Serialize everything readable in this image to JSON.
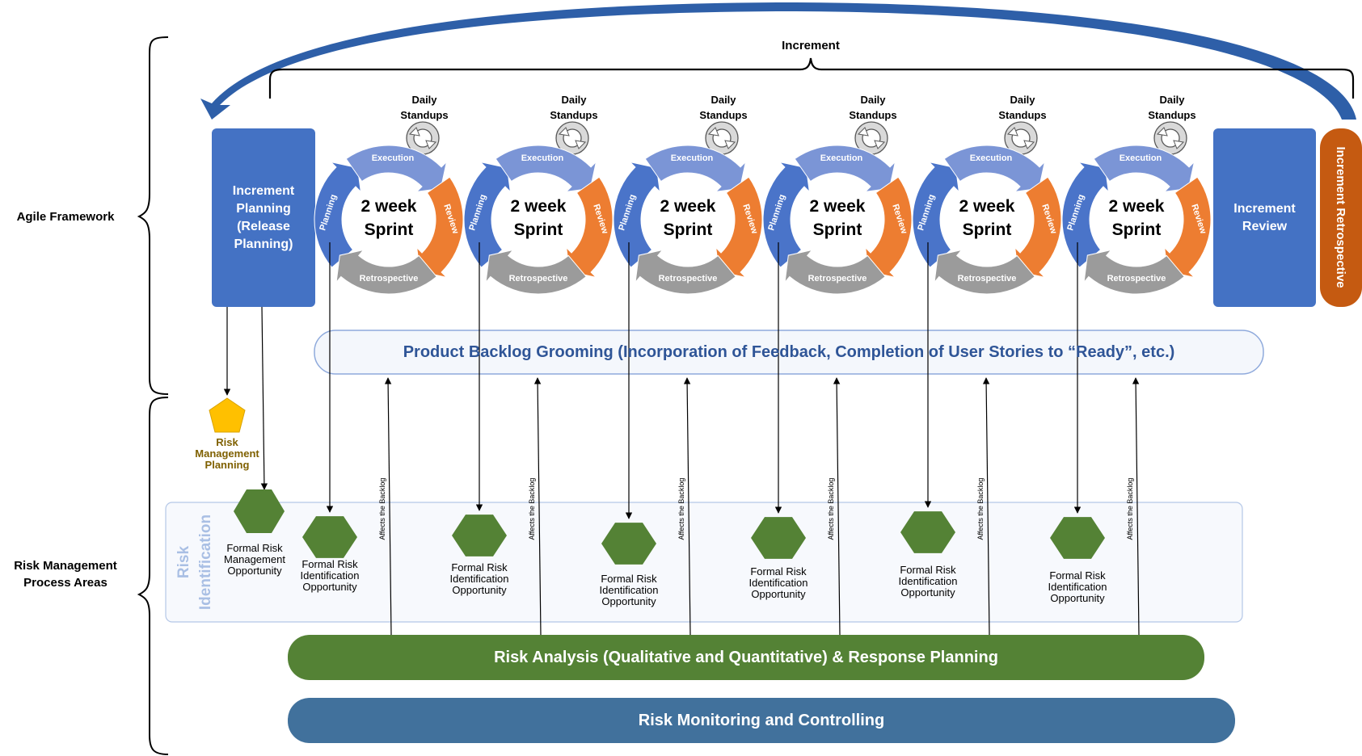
{
  "left_labels": {
    "agile": "Agile Framework",
    "risk_mgmt_line1": "Risk Management",
    "risk_mgmt_line2": "Process Areas"
  },
  "increment_label": "Increment",
  "increment_planning": [
    "Increment",
    "Planning",
    "(Release",
    "Planning)"
  ],
  "increment_review": [
    "Increment",
    "Review"
  ],
  "increment_retrospective": "Increment Retrospective",
  "sprint": {
    "title_line1": "2 week",
    "title_line2": "Sprint",
    "execution": "Execution",
    "planning": "Planning",
    "review": "Review",
    "retrospective": "Retrospective",
    "standups_line1": "Daily",
    "standups_line2": "Standups",
    "count": 6
  },
  "backlog_grooming": "Product Backlog Grooming (Incorporation of Feedback, Completion of User Stories to “Ready”, etc.)",
  "risk_planning": [
    "Risk",
    "Management",
    "Planning"
  ],
  "risk_identification": [
    "Risk",
    "Identification"
  ],
  "formal_mgmt": [
    "Formal Risk",
    "Management",
    "Opportunity"
  ],
  "formal_ident": [
    "Formal Risk",
    "Identification",
    "Opportunity"
  ],
  "affects_backlog": "Affects the Backlog",
  "risk_analysis": "Risk Analysis (Qualitative and Quantitative) & Response Planning",
  "risk_monitoring": "Risk Monitoring and Controlling",
  "colors": {
    "blue_box": "#4472c4",
    "blue_arc": "#4a74c9",
    "light_blue_arc": "#7b95d6",
    "orange_arc": "#ed7d31",
    "gray_arc": "#9b9b9b",
    "retro_orange": "#c55a11",
    "green": "#548235",
    "monitor_blue": "#41719c",
    "pentagon": "#ffc000",
    "pentagon_text": "#7f6000",
    "backlog_text": "#2f5597"
  }
}
